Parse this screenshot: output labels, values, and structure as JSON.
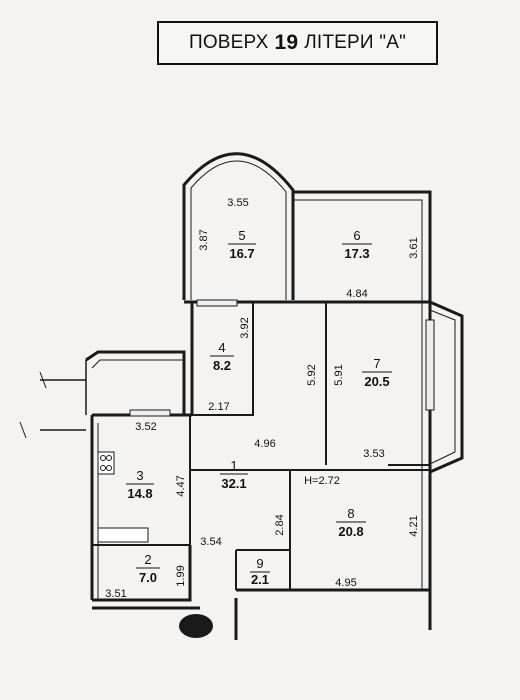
{
  "title": {
    "prefix": "ПОВЕРХ",
    "floor": "19",
    "suffix": "ЛІТЕРИ \"А\""
  },
  "rooms": [
    {
      "number": "1",
      "area": "32.1"
    },
    {
      "number": "2",
      "area": "7.0"
    },
    {
      "number": "3",
      "area": "14.8"
    },
    {
      "number": "4",
      "area": "8.2"
    },
    {
      "number": "5",
      "area": "16.7"
    },
    {
      "number": "6",
      "area": "17.3"
    },
    {
      "number": "7",
      "area": "20.5"
    },
    {
      "number": "8",
      "area": "20.8"
    },
    {
      "number": "9",
      "area": "2.1"
    }
  ],
  "dimensions": {
    "room5_width": "3.55",
    "room5_depth": "3.87",
    "room6_depth": "3.61",
    "room6_width": "4.84",
    "room4_depth": "3.92",
    "room4_width": "2.17",
    "room3_width": "3.52",
    "room3_depth": "4.47",
    "hall_width": "4.96",
    "room7_depth_left": "5.92",
    "room7_depth_right": "5.91",
    "room7_width": "3.53",
    "ceiling_height": "H=2.72",
    "room2_depth": "1.99",
    "room2_width": "3.51",
    "corridor_width": "3.54",
    "room9_depth": "2.84",
    "room8_depth": "4.21",
    "room8_width": "4.95"
  }
}
